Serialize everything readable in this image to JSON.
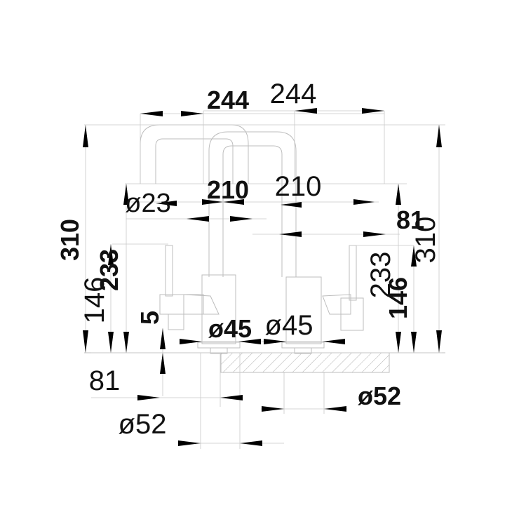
{
  "drawing": {
    "colors": {
      "outline": "#bdbdbd",
      "dimension": "#c8c8c8",
      "arrow": "#000000",
      "text": "#111111",
      "hatch": "#b0b0b0"
    },
    "labels": {
      "width_total_bold": "244",
      "width_total_light": "244",
      "spout_reach_bold": "210",
      "spout_reach_light": "210",
      "spout_diameter": "ø23",
      "height_total_bold": "310",
      "height_total_light": "310",
      "height_spout_bold": "233",
      "height_spout_light": "233",
      "height_handle_bold": "146",
      "height_handle_light": "146",
      "clearance_bold": "81",
      "clearance_light": "81",
      "offset_bold": "5",
      "base_diameter_bold": "ø45",
      "base_diameter_light": "ø45",
      "hole_diameter_bold": "ø52",
      "hole_diameter_light": "ø52"
    }
  }
}
